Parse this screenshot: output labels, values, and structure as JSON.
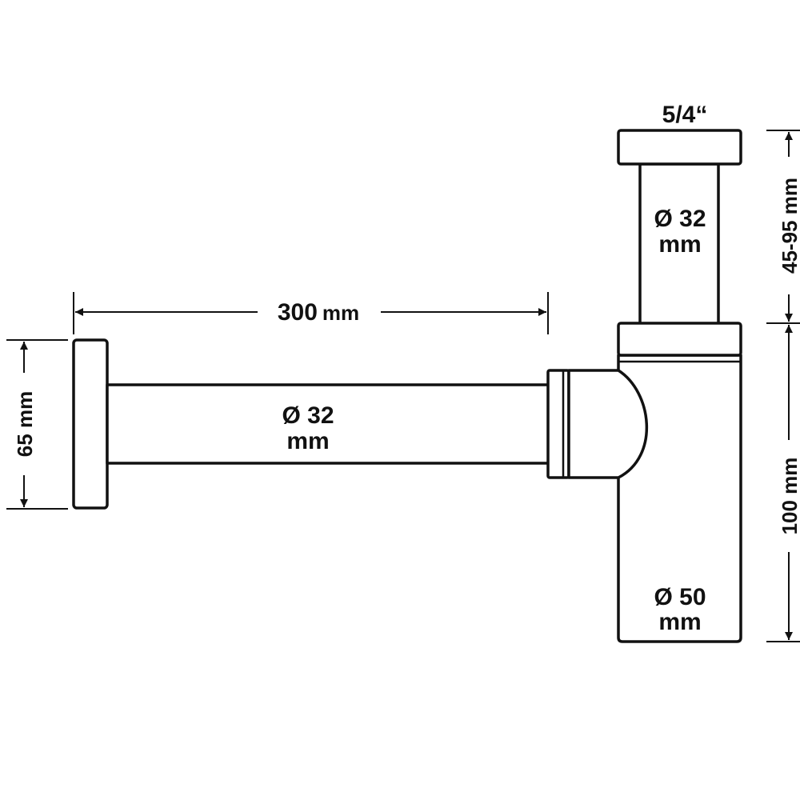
{
  "dimensions": {
    "thread_size": "5/4“",
    "top_height": "45-95 mm",
    "pipe_length_value": "300",
    "pipe_length_unit": "mm",
    "flange_height": "65 mm",
    "body_height": "100 mm"
  },
  "parts": {
    "horizontal_pipe": {
      "diameter": "Ø 32",
      "unit": "mm"
    },
    "vertical_pipe": {
      "diameter": "Ø 32",
      "unit": "mm"
    },
    "body": {
      "diameter": "Ø 50",
      "unit": "mm"
    }
  }
}
